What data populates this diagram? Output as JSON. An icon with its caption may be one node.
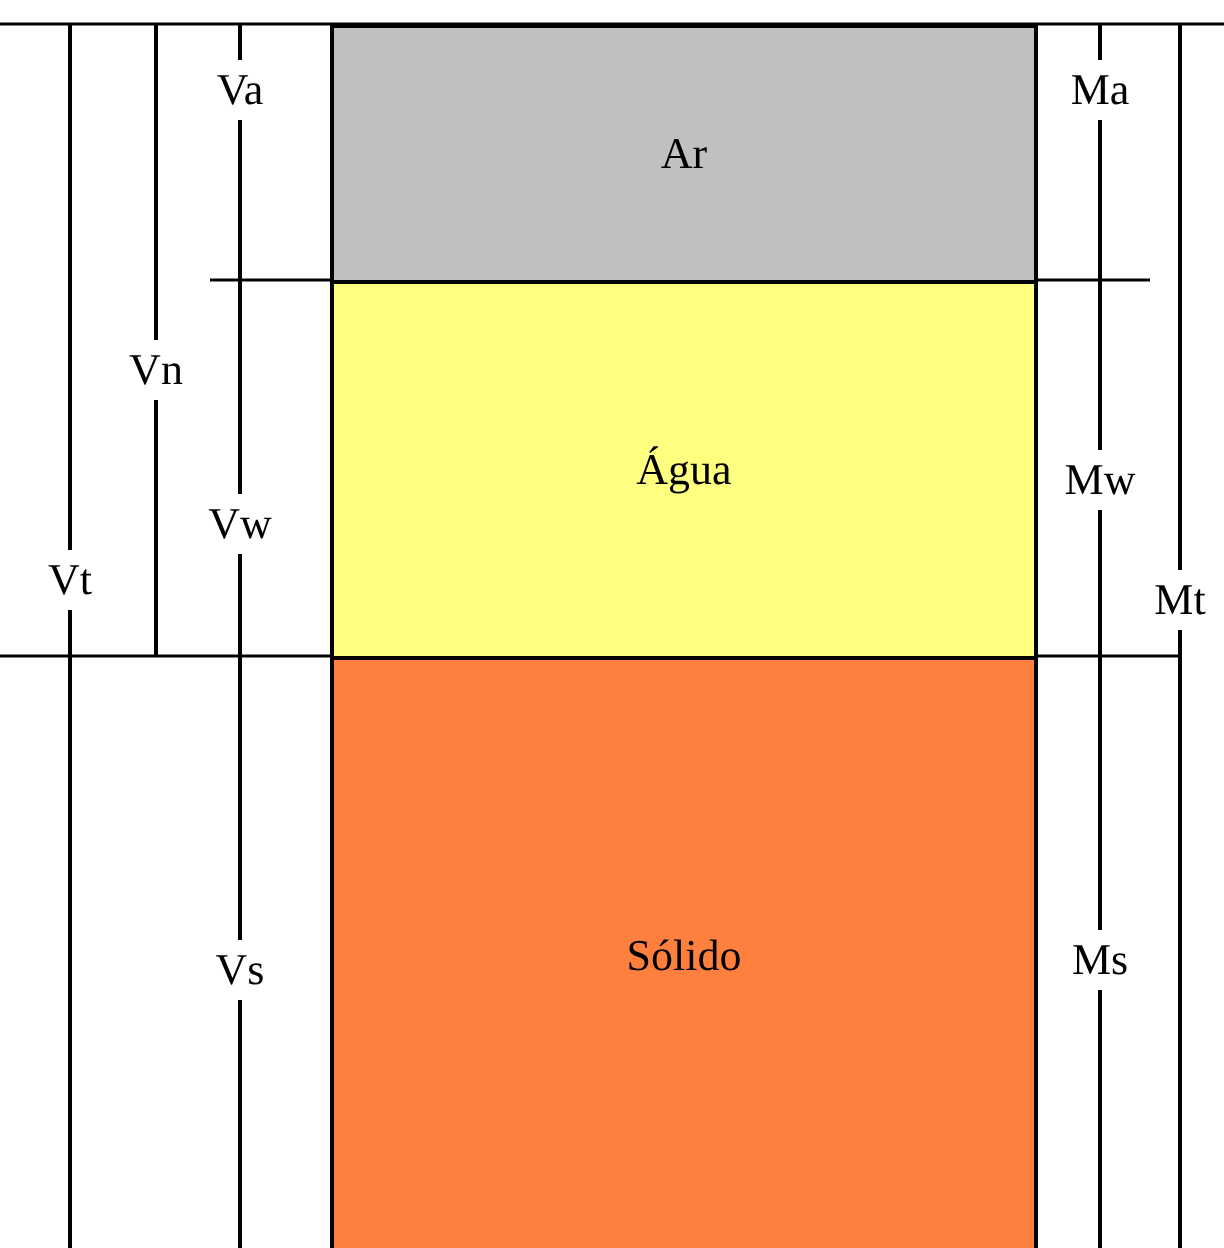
{
  "diagram": {
    "nodes": [
      {
        "text": [
          "Ar"
        ]
      },
      {
        "text": [
          "Água"
        ]
      },
      {
        "text": [
          "Sólido"
        ]
      }
    ],
    "labels": [
      "Va",
      "Ma",
      "Vn",
      "Mw",
      "Vw",
      "Vt",
      "Mt",
      "Ms",
      "Vs"
    ]
  }
}
